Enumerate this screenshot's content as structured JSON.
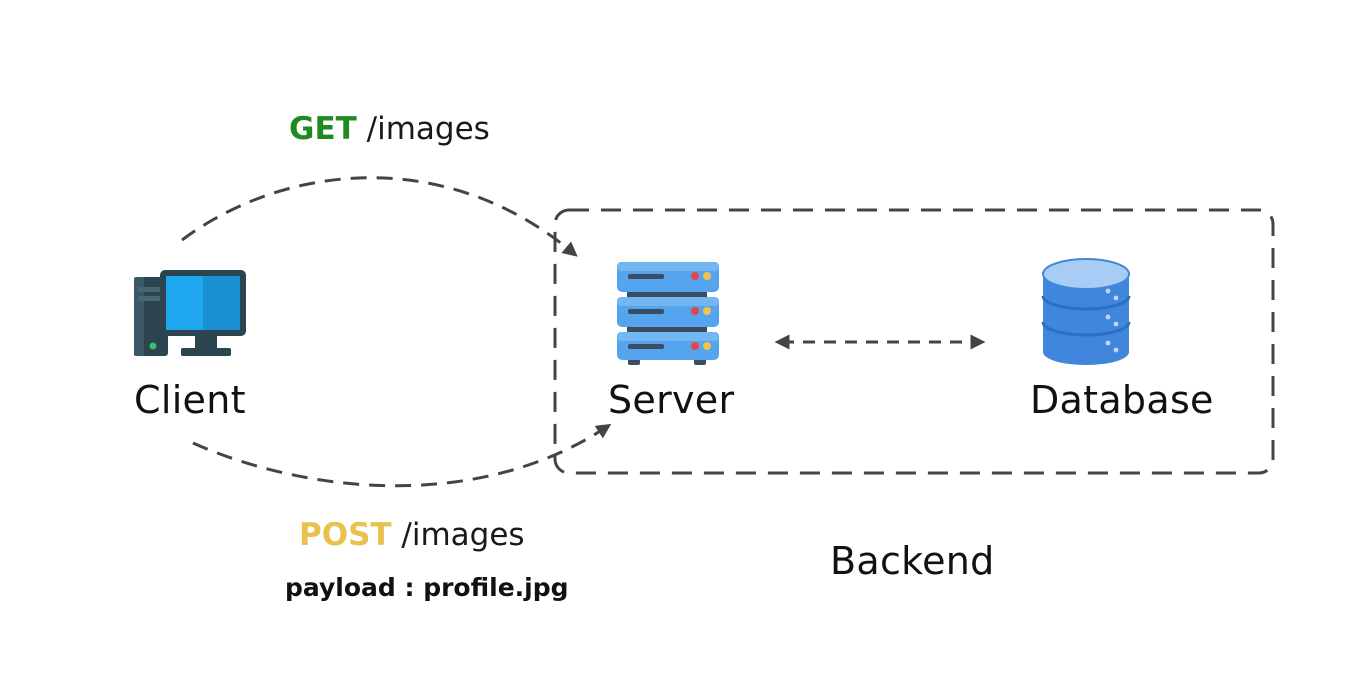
{
  "nodes": {
    "client": {
      "label": "Client"
    },
    "server": {
      "label": "Server"
    },
    "database": {
      "label": "Database"
    }
  },
  "requests": {
    "get": {
      "method": "GET",
      "path": "/images"
    },
    "post": {
      "method": "POST",
      "path": "/images",
      "payload": "payload : profile.jpg"
    }
  },
  "group": {
    "label": "Backend"
  },
  "icons": {
    "client": "desktop-computer-icon",
    "server": "server-rack-icon",
    "database": "database-cylinder-icon"
  },
  "colors": {
    "get_method": "#1f8a1f",
    "post_method": "#e8c14e",
    "arrow": "#444444",
    "monitor_screen": "#1ea7ee",
    "server_body": "#55a4ee",
    "database_body": "#3f86dc"
  }
}
